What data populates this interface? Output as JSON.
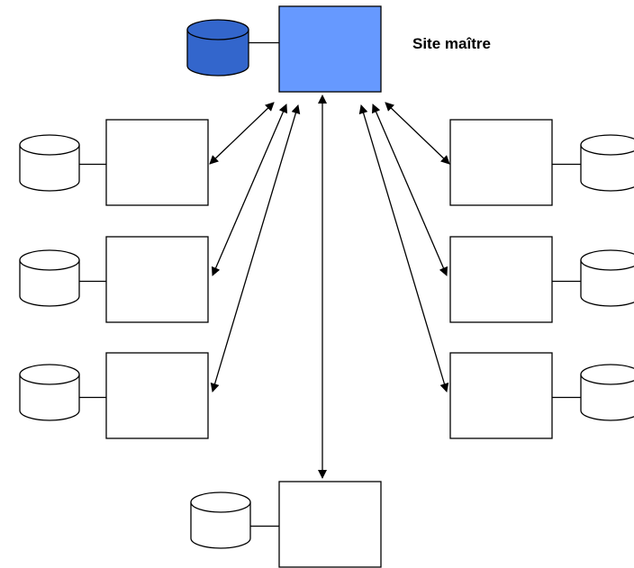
{
  "diagram": {
    "master_label": "Site maître",
    "colors": {
      "master_fill": "#6699FF",
      "master_db_fill": "#3366CC",
      "site_fill": "#FFFFFF",
      "stroke": "#000000"
    },
    "nodes": [
      {
        "id": "master",
        "role": "master"
      },
      {
        "id": "left-1",
        "role": "slave"
      },
      {
        "id": "left-2",
        "role": "slave"
      },
      {
        "id": "left-3",
        "role": "slave"
      },
      {
        "id": "right-1",
        "role": "slave"
      },
      {
        "id": "right-2",
        "role": "slave"
      },
      {
        "id": "right-3",
        "role": "slave"
      },
      {
        "id": "bottom",
        "role": "slave"
      }
    ],
    "edges": [
      {
        "from": "master",
        "to": "left-1",
        "direction": "both"
      },
      {
        "from": "master",
        "to": "left-2",
        "direction": "both"
      },
      {
        "from": "master",
        "to": "left-3",
        "direction": "both"
      },
      {
        "from": "master",
        "to": "right-1",
        "direction": "both"
      },
      {
        "from": "master",
        "to": "right-2",
        "direction": "both"
      },
      {
        "from": "master",
        "to": "right-3",
        "direction": "both"
      },
      {
        "from": "master",
        "to": "bottom",
        "direction": "both"
      }
    ]
  }
}
